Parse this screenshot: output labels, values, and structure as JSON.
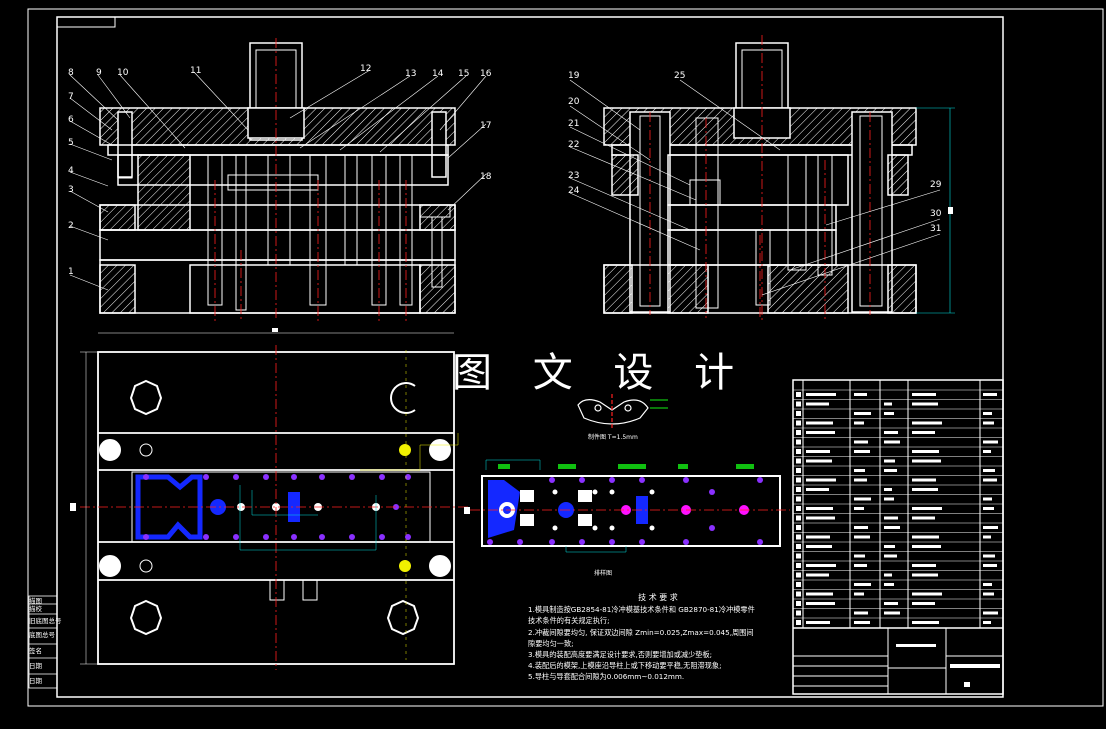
{
  "title_watermark": "图 文 设 计",
  "callouts_left": [
    "1",
    "2",
    "3",
    "4",
    "5",
    "6",
    "7",
    "8",
    "9",
    "10",
    "11",
    "12",
    "13",
    "14",
    "15",
    "16",
    "17",
    "18"
  ],
  "callouts_right": [
    "19",
    "20",
    "21",
    "22",
    "23",
    "24",
    "25",
    "29",
    "30",
    "31"
  ],
  "tech_requirements": {
    "heading": "技 术 要 求",
    "lines": [
      "1.模具制造按GB2854-81冷冲模基技术条件和 GB2870-81冷冲模零件",
      "技术条件的有关规定执行;",
      "2.冲裁间隙要均匀, 保证双边间隙 Zmin=0.025,Zmax=0.045,周围间",
      "隙要均匀一致;",
      "3.模具的装配高度要满足设计要求,否则要增加或减少垫板;",
      "4.装配后的模架,上模座沿导柱上或下移动要平稳,无阻滞现象;",
      "5.导柱与导套配合间隙为0.006mm~0.012mm."
    ]
  },
  "left_strip_labels": [
    "描图",
    "描校",
    "旧底图总号",
    "底图总号",
    "签名",
    "日期",
    "日期"
  ],
  "part_caption": "制件图 T=1.5mm",
  "strip_caption": "排样图",
  "colors": {
    "line": "#ffffff",
    "accent_red": "#ff2020",
    "accent_blue": "#1428ff",
    "accent_magenta": "#ff10ff",
    "accent_green": "#10c010",
    "accent_yellow": "#f0f000",
    "accent_cyan": "#00e0e0"
  }
}
